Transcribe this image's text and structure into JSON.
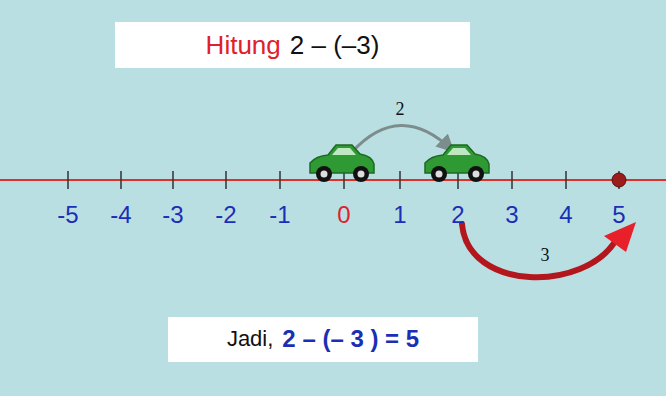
{
  "diagram": {
    "nodes": [
      {
        "text": [
          "Hitung",
          "2 – (–3)"
        ]
      },
      {
        "text": [
          "Jadi,",
          "2 – (– 3 ) = 5"
        ]
      }
    ],
    "labels": [
      "-5",
      "-4",
      "-3",
      "-2",
      "-1",
      "0",
      "1",
      "2",
      "3",
      "4",
      "5",
      "2",
      "3"
    ]
  }
}
